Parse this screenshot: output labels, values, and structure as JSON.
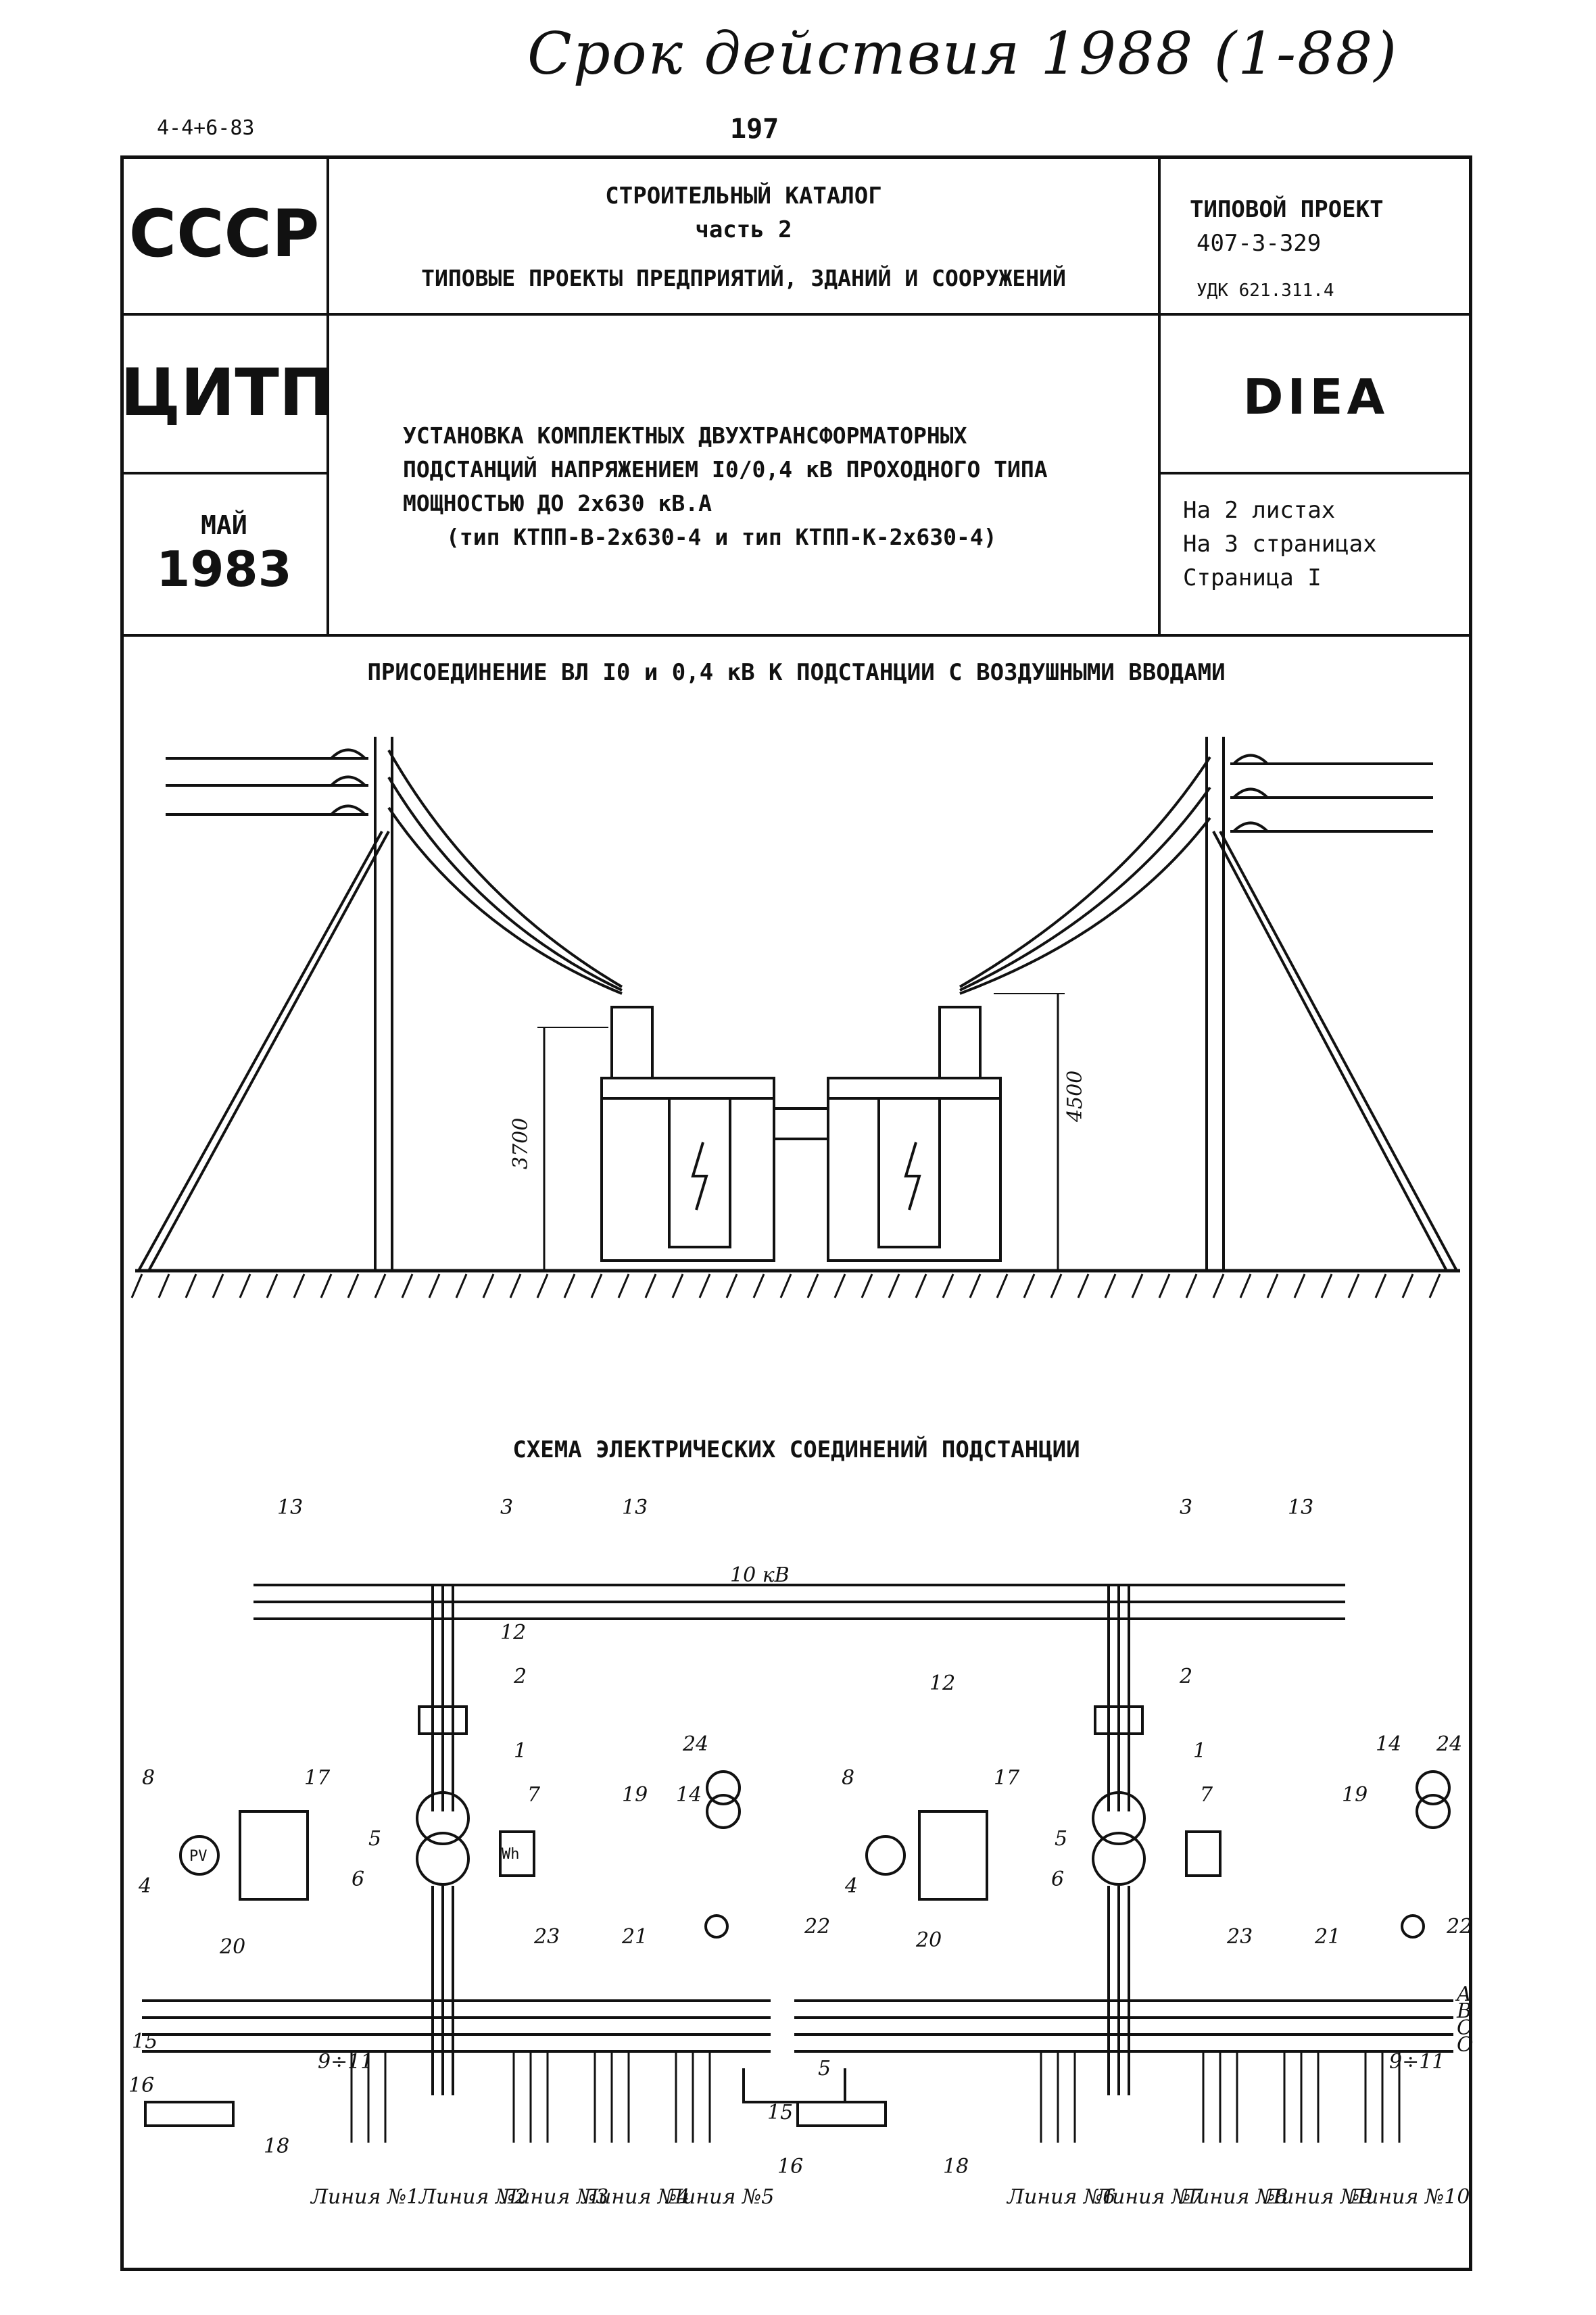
{
  "handwritten_note": "Срок действия 1988 (1-88)",
  "doc_code": "4-4+6-83",
  "page_number": "197",
  "header": {
    "org_top": "СССР",
    "org_mid": "ЦИТП",
    "month": "МАЙ",
    "year": "1983",
    "catalog_line1": "СТРОИТЕЛЬНЫЙ КАТАЛОГ",
    "catalog_line2": "часть 2",
    "catalog_line3": "ТИПОВЫЕ ПРОЕКТЫ ПРЕДПРИЯТИЙ, ЗДАНИЙ И СООРУЖЕНИЙ",
    "project_label": "ТИПОВОЙ ПРОЕКТ",
    "project_number": "407-3-329",
    "udk": "УДК 621.311.4",
    "code": "DIEA",
    "title_line1": "УСТАНОВКА КОМПЛЕКТНЫХ ДВУХТРАНСФОРМАТОРНЫХ",
    "title_line2": "ПОДСТАНЦИЙ НАПРЯЖЕНИЕМ I0/0,4 кВ ПРОХОДНОГО ТИПА",
    "title_line3": "МОЩНОСТЬЮ ДО 2х630 кВ.А",
    "title_line4": "(тип КТПП-В-2х630-4 и тип КТПП-К-2х630-4)",
    "sheets": "На 2 листах",
    "pages": "На 3 страницах",
    "page": "Страница I"
  },
  "section1": {
    "title": "ПРИСОЕДИНЕНИЕ ВЛ I0 и 0,4 кВ К ПОДСТАНЦИИ С ВОЗДУШНЫМИ ВВОДАМИ",
    "dim_left": "3700",
    "dim_right": "4500"
  },
  "section2": {
    "title": "СХЕМА ЭЛЕКТРИЧЕСКИХ СОЕДИНЕНИЙ ПОДСТАНЦИИ",
    "bus_label": "10 кВ",
    "phases": [
      "A",
      "B",
      "C",
      "O"
    ],
    "lines_left": [
      "Линия №1",
      "Линия №2",
      "Линия №3",
      "Линия №4",
      "Линия №5"
    ],
    "lines_right": [
      "Линия №6",
      "Линия №7",
      "Линия №8",
      "Линия №9",
      "Линия №10"
    ],
    "callouts": [
      "13",
      "3",
      "13",
      "12",
      "2",
      "1",
      "7",
      "8",
      "17",
      "5",
      "6",
      "4",
      "20",
      "15",
      "16",
      "18",
      "23",
      "21",
      "19",
      "14",
      "24",
      "22",
      "9÷11",
      "PV",
      "Wh",
      "3",
      "13",
      "12",
      "2",
      "1",
      "7",
      "8",
      "17",
      "5",
      "6",
      "4",
      "20",
      "15",
      "16",
      "18",
      "23",
      "21",
      "19",
      "14",
      "24",
      "22",
      "5",
      "9÷11"
    ]
  }
}
